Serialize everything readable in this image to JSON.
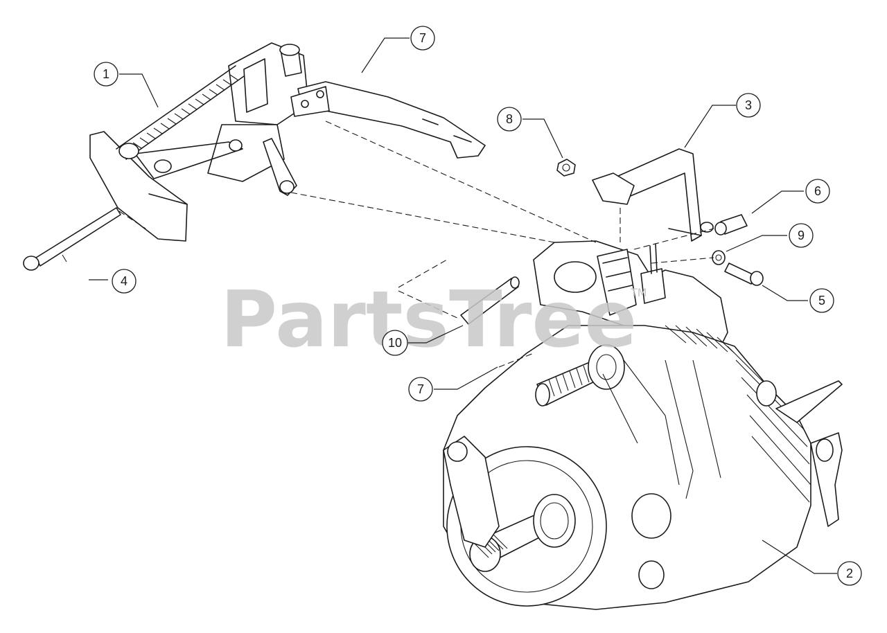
{
  "watermark": {
    "text": "PartsTree",
    "trademark": "TM"
  },
  "callouts": [
    {
      "id": "c1",
      "label": "1"
    },
    {
      "id": "c2",
      "label": "2"
    },
    {
      "id": "c3",
      "label": "3"
    },
    {
      "id": "c4",
      "label": "4"
    },
    {
      "id": "c5",
      "label": "5"
    },
    {
      "id": "c6",
      "label": "6"
    },
    {
      "id": "c7a",
      "label": "7"
    },
    {
      "id": "c7b",
      "label": "7"
    },
    {
      "id": "c8",
      "label": "8"
    },
    {
      "id": "c9",
      "label": "9"
    },
    {
      "id": "c10",
      "label": "10"
    }
  ]
}
